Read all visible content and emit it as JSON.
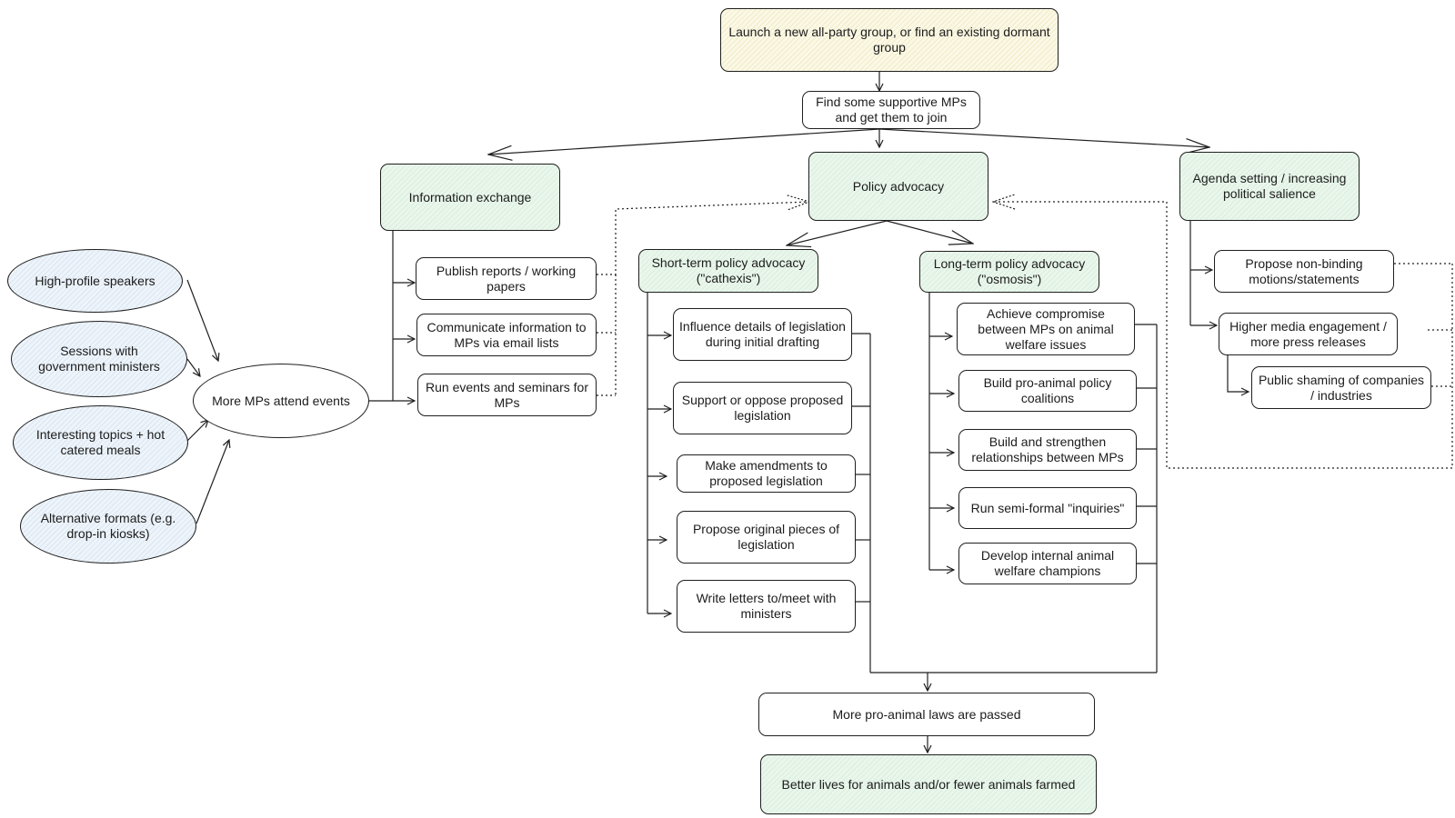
{
  "nodes": {
    "launch": "Launch a new all-party group, or find an existing dormant group",
    "find_mps": "Find some supportive MPs and get them to join",
    "info_exchange": "Information exchange",
    "policy_advocacy": "Policy advocacy",
    "agenda_setting": "Agenda setting / increasing political salience",
    "publish_reports": "Publish reports / working papers",
    "communicate_info": "Communicate information to MPs via email lists",
    "run_events": "Run events and seminars for MPs",
    "short_term": "Short-term policy advocacy (\"cathexis\")",
    "long_term": "Long-term policy advocacy (\"osmosis\")",
    "influence_details": "Influence details of legislation during initial drafting",
    "support_oppose": "Support or oppose proposed legislation",
    "make_amendments": "Make amendments to proposed legislation",
    "propose_original": "Propose original pieces of legislation",
    "write_letters": "Write letters to/meet with ministers",
    "achieve_compromise": "Achieve compromise between MPs on animal welfare issues",
    "build_coalitions": "Build pro-animal policy coalitions",
    "build_relationships": "Build and strengthen relationships between MPs",
    "run_inquiries": "Run semi-formal \"inquiries\"",
    "develop_champions": "Develop internal animal welfare champions",
    "propose_motions": "Propose non-binding motions/statements",
    "media_engagement": "Higher media engagement / more press releases",
    "public_shaming": "Public shaming of companies / industries",
    "high_profile": "High-profile speakers",
    "sessions_ministers": "Sessions with government ministers",
    "interesting_topics": "Interesting topics + hot catered meals",
    "alternative_formats": "Alternative formats (e.g. drop-in kiosks)",
    "more_mps_attend": "More MPs attend events",
    "more_laws": "More pro-animal laws are passed",
    "better_lives": "Better lives for animals and/or fewer animals farmed"
  },
  "colors": {
    "start_fill": "#fbf8e6",
    "category_fill": "#eaf6ec",
    "driver_fill": "#eef4fa",
    "stroke": "#1f1f1f"
  }
}
